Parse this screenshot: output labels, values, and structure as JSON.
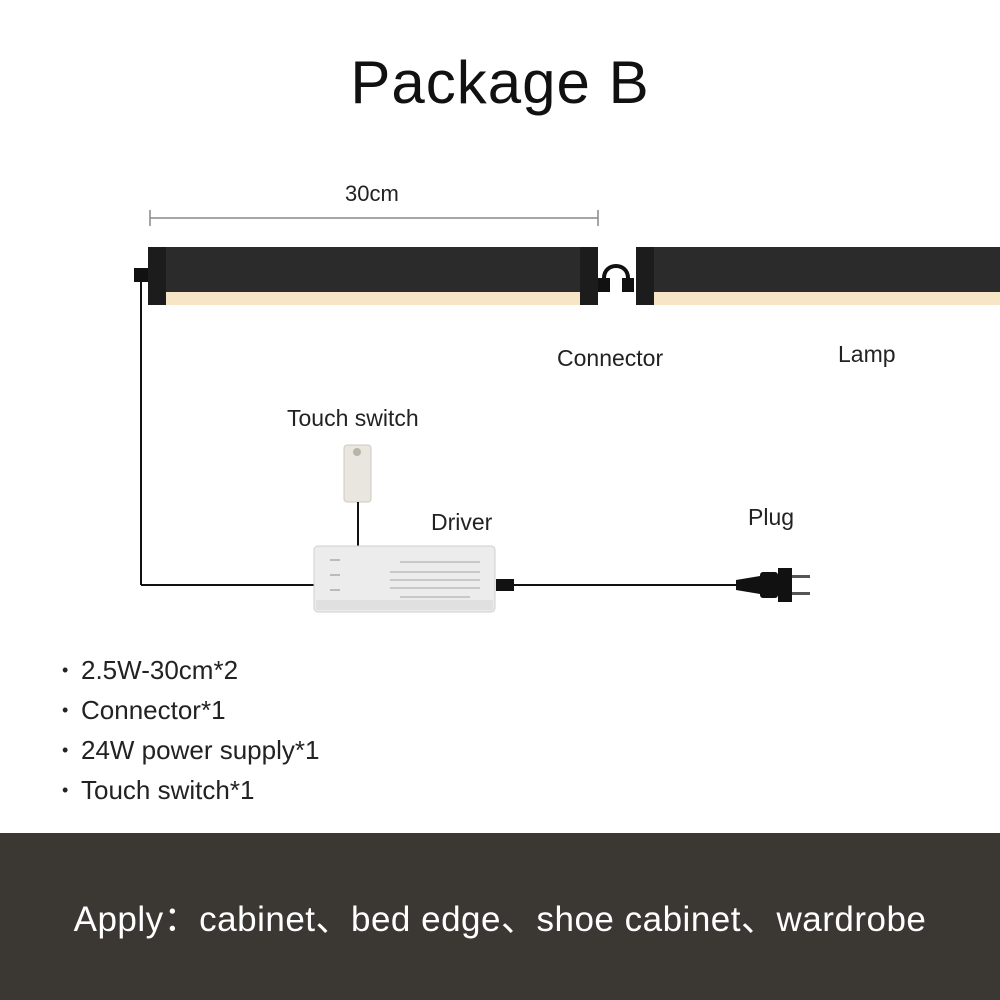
{
  "title": "Package B",
  "diagram": {
    "dimension_label": "30cm",
    "labels": {
      "connector": "Connector",
      "lamp": "Lamp",
      "touch_switch": "Touch switch",
      "driver": "Driver",
      "plug": "Plug"
    },
    "colors": {
      "lamp_body": "#2b2b2b",
      "light_strip": "#f6e6c6",
      "driver_body": "#ececec",
      "wire": "#111111"
    }
  },
  "specs": [
    "2.5W-30cm*2",
    "Connector*1",
    "24W power supply*1",
    "Touch switch*1"
  ],
  "footer": {
    "text": "Apply：cabinet、bed edge、shoe cabinet、wardrobe",
    "background": "#3b3834"
  }
}
